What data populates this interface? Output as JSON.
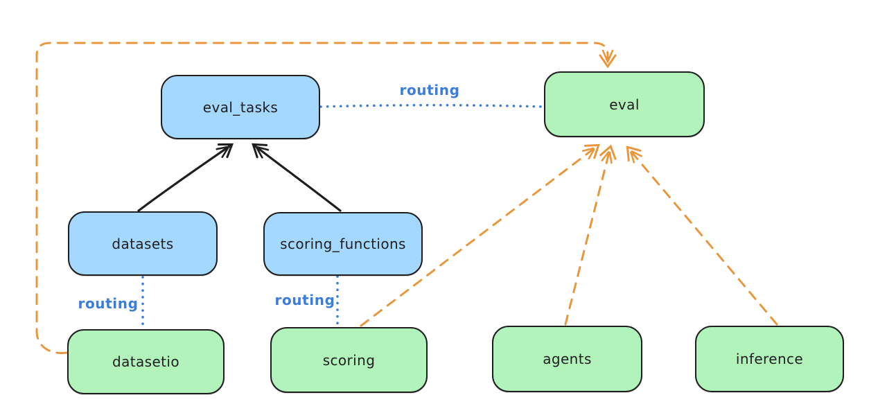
{
  "diagram": {
    "colors": {
      "node_blue": "#a5d8ff",
      "node_green": "#b2f2bb",
      "stroke_dark": "#1e1e1e",
      "routing_blue": "#3b7dd8",
      "provider_orange": "#e8973d",
      "background": "#ffffff"
    },
    "nodes": [
      {
        "id": "eval_tasks",
        "label": "eval_tasks",
        "fill": "#a5d8ff"
      },
      {
        "id": "eval",
        "label": "eval",
        "fill": "#b2f2bb"
      },
      {
        "id": "datasets",
        "label": "datasets",
        "fill": "#a5d8ff"
      },
      {
        "id": "scoring_functions",
        "label": "scoring_functions",
        "fill": "#a5d8ff"
      },
      {
        "id": "datasetio",
        "label": "datasetio",
        "fill": "#b2f2bb"
      },
      {
        "id": "scoring",
        "label": "scoring",
        "fill": "#b2f2bb"
      },
      {
        "id": "agents",
        "label": "agents",
        "fill": "#b2f2bb"
      },
      {
        "id": "inference",
        "label": "inference",
        "fill": "#b2f2bb"
      }
    ],
    "edges": [
      {
        "from": "eval_tasks",
        "to": "eval",
        "label": "routing",
        "style": "dotted",
        "color": "#3b7dd8",
        "arrowhead": false
      },
      {
        "from": "datasets",
        "to": "datasetio",
        "label": "routing",
        "style": "dotted",
        "color": "#3b7dd8",
        "arrowhead": false
      },
      {
        "from": "scoring_functions",
        "to": "scoring",
        "label": "routing",
        "style": "dotted",
        "color": "#3b7dd8",
        "arrowhead": false
      },
      {
        "from": "datasets",
        "to": "eval_tasks",
        "label": "",
        "style": "solid",
        "color": "#1e1e1e",
        "arrowhead": true
      },
      {
        "from": "scoring_functions",
        "to": "eval_tasks",
        "label": "",
        "style": "solid",
        "color": "#1e1e1e",
        "arrowhead": true
      },
      {
        "from": "scoring",
        "to": "eval",
        "label": "",
        "style": "dashed",
        "color": "#e8973d",
        "arrowhead": true
      },
      {
        "from": "agents",
        "to": "eval",
        "label": "",
        "style": "dashed",
        "color": "#e8973d",
        "arrowhead": true
      },
      {
        "from": "inference",
        "to": "eval",
        "label": "",
        "style": "dashed",
        "color": "#e8973d",
        "arrowhead": true
      },
      {
        "from": "datasetio",
        "to": "eval",
        "label": "",
        "style": "dashed",
        "color": "#e8973d",
        "arrowhead": true,
        "route": "around-top-left"
      }
    ]
  }
}
